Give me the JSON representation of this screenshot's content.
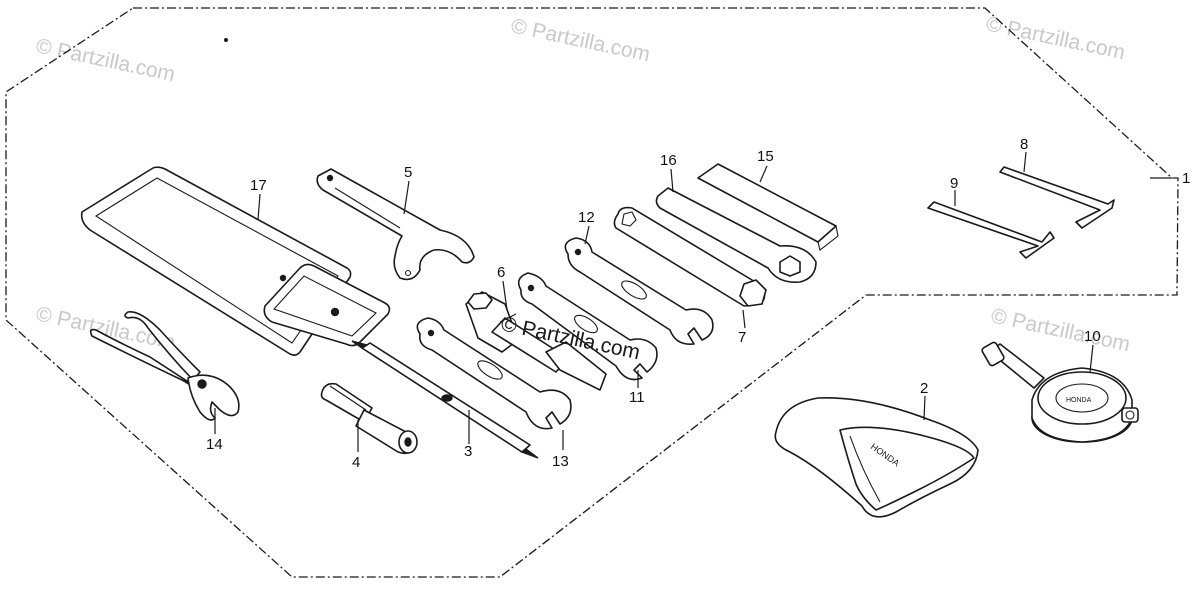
{
  "watermark": "© Partzilla.com",
  "callouts": {
    "p1": "1",
    "p2": "2",
    "p3": "3",
    "p4": "4",
    "p5": "5",
    "p6": "6",
    "p7": "7",
    "p8": "8",
    "p9": "9",
    "p10": "10",
    "p11": "11",
    "p12": "12",
    "p13": "13",
    "p14": "14",
    "p15": "15",
    "p16": "16",
    "p17": "17"
  },
  "pouch_brand": "HONDA",
  "gauge_brand": "HONDA"
}
